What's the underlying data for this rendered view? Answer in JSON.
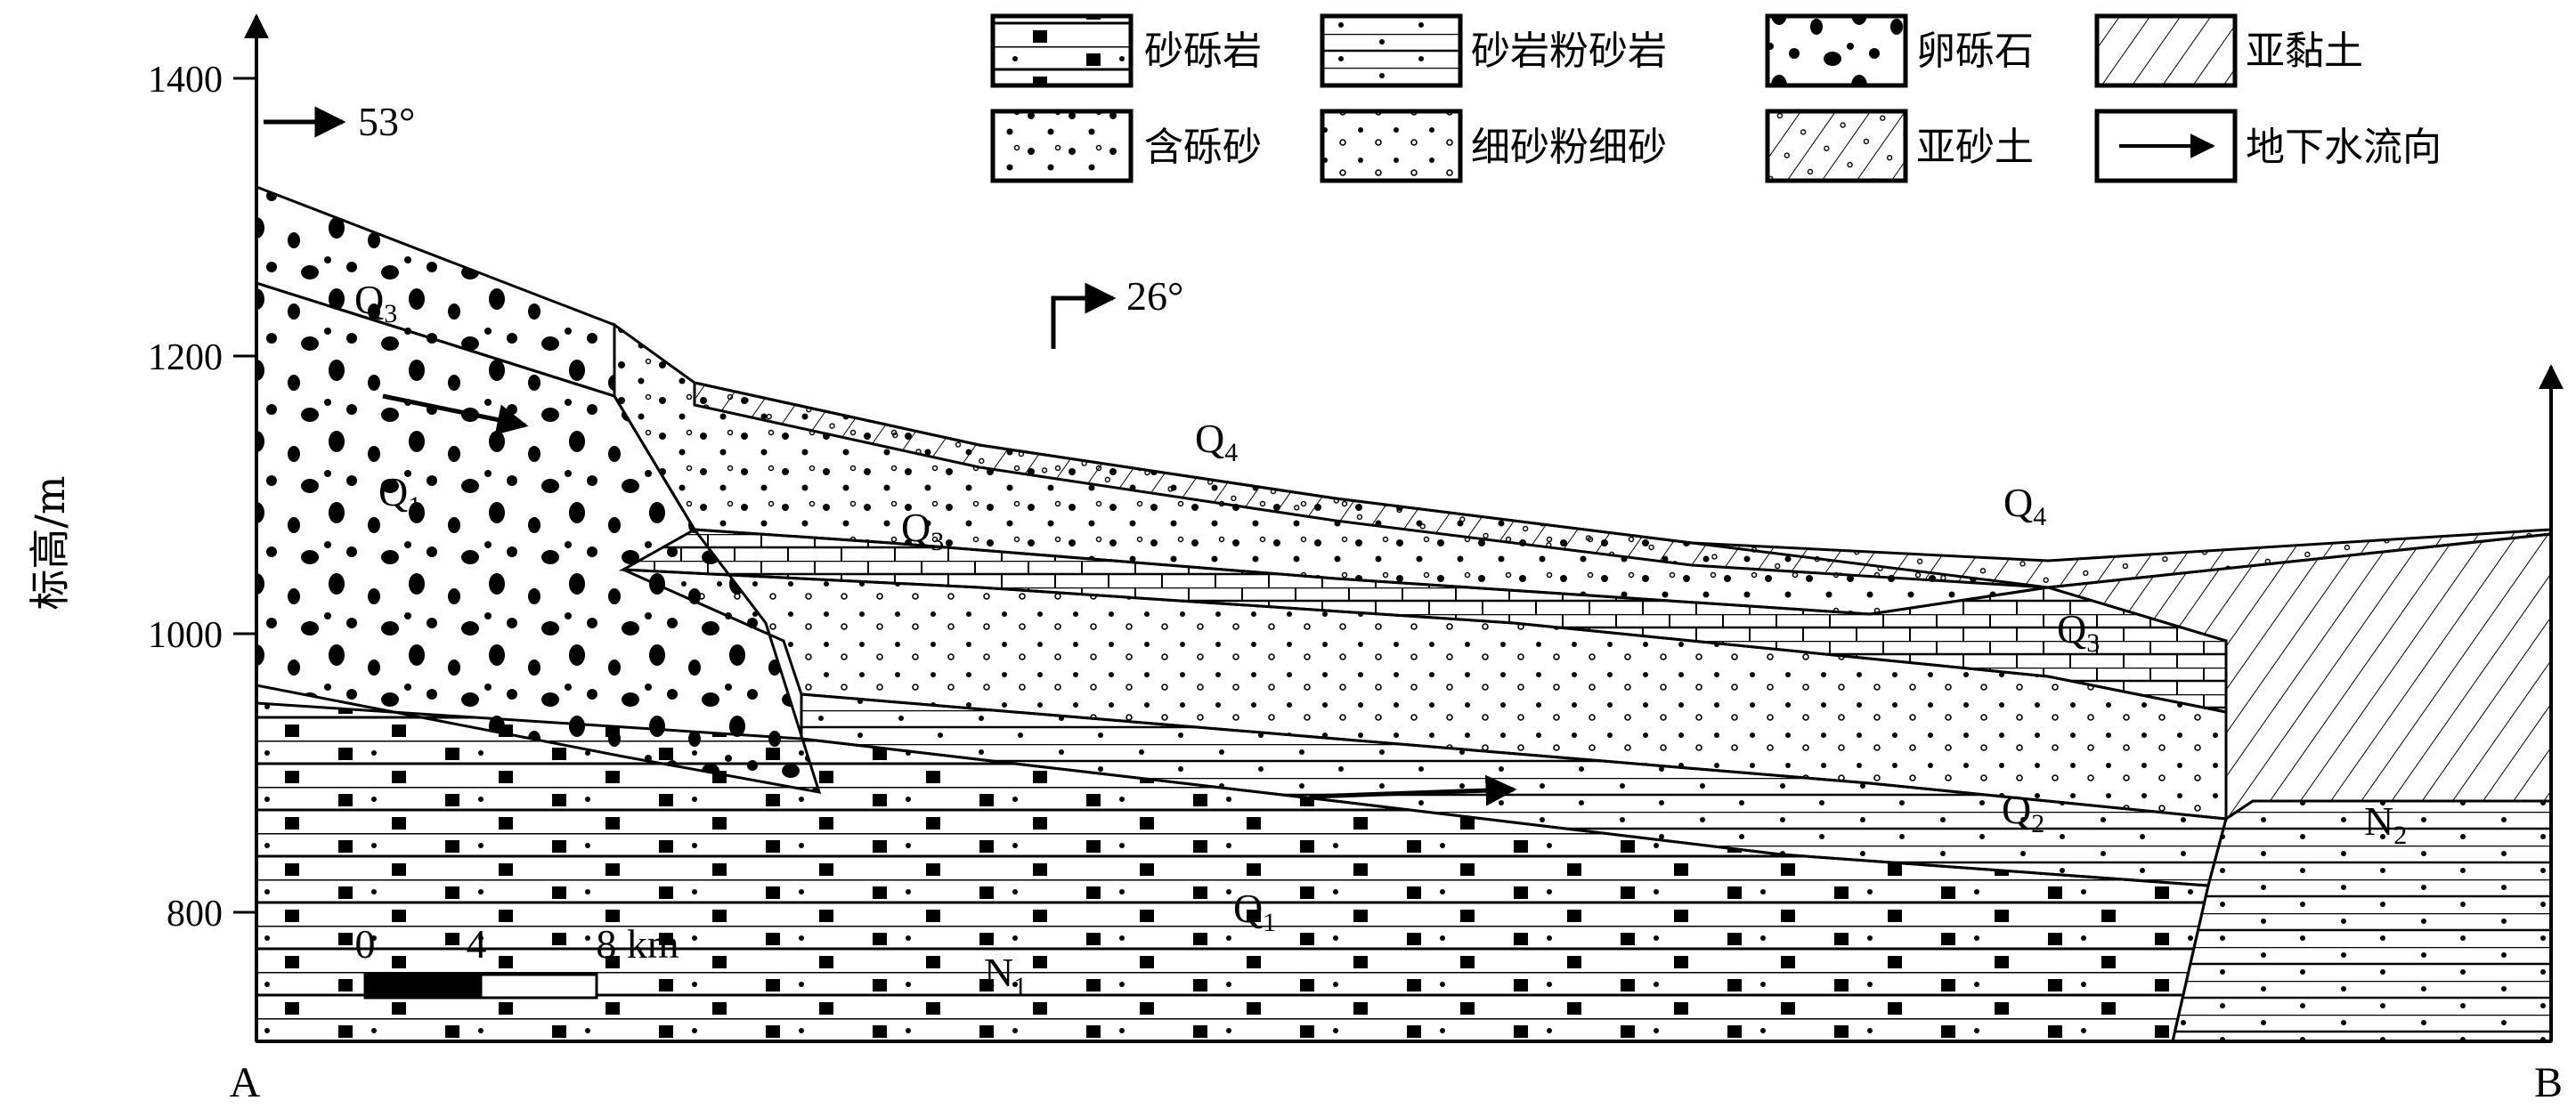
{
  "y_axis": {
    "title": "标高/m",
    "ticks": [
      "1400",
      "1200",
      "1000",
      "800"
    ]
  },
  "endpoints": {
    "start": "A",
    "end": "B"
  },
  "orientations": [
    {
      "angle": "53°"
    },
    {
      "angle": "26°"
    }
  ],
  "scale_bar": {
    "labels": [
      "0",
      "4",
      "8 km"
    ]
  },
  "legend": [
    {
      "label": "砂砾岩",
      "pattern": "sandy-conglomerate"
    },
    {
      "label": "砂岩粉砂岩",
      "pattern": "sandstone-siltstone"
    },
    {
      "label": "卵砾石",
      "pattern": "pebble-gravel"
    },
    {
      "label": "亚黏土",
      "pattern": "silty-clay"
    },
    {
      "label": "含砾砂",
      "pattern": "gravelly-sand"
    },
    {
      "label": "细砂粉细砂",
      "pattern": "fine-sand"
    },
    {
      "label": "亚砂土",
      "pattern": "sandy-loam"
    },
    {
      "label": "地下水流向",
      "pattern": "groundwater-flow-arrow"
    }
  ],
  "unit_labels": [
    {
      "main": "Q",
      "sub": "3"
    },
    {
      "main": "Q",
      "sub": "1"
    },
    {
      "main": "Q",
      "sub": "4"
    },
    {
      "main": "Q",
      "sub": "3"
    },
    {
      "main": "Q",
      "sub": "4"
    },
    {
      "main": "Q",
      "sub": "3"
    },
    {
      "main": "Q",
      "sub": "2"
    },
    {
      "main": "N",
      "sub": "2"
    },
    {
      "main": "Q",
      "sub": "1"
    },
    {
      "main": "N",
      "sub": "1"
    }
  ]
}
